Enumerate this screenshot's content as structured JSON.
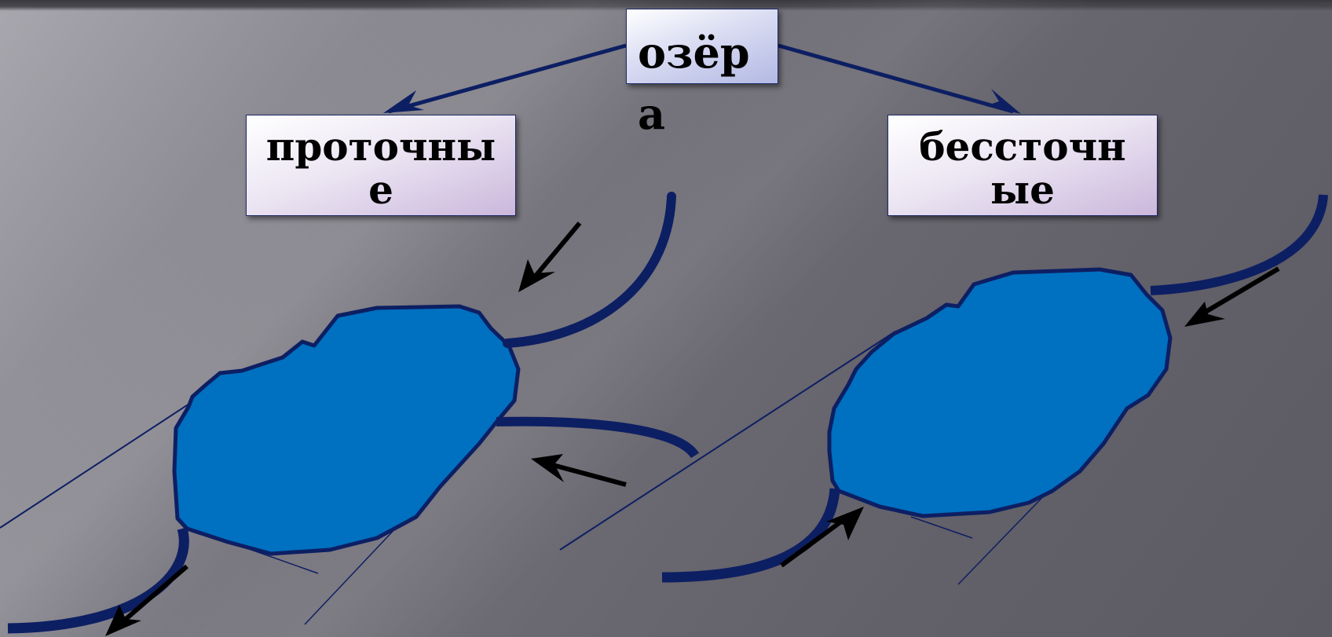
{
  "diagram": {
    "root": {
      "label": "озёра"
    },
    "children": [
      {
        "id": "flow-through",
        "label": "проточные"
      },
      {
        "id": "endorheic",
        "label": "бессточные"
      }
    ],
    "colors": {
      "lake_fill": "#0070c0",
      "outline": "#0d1f63",
      "box_border": "#1e2a66",
      "arrow": "#000000"
    }
  }
}
